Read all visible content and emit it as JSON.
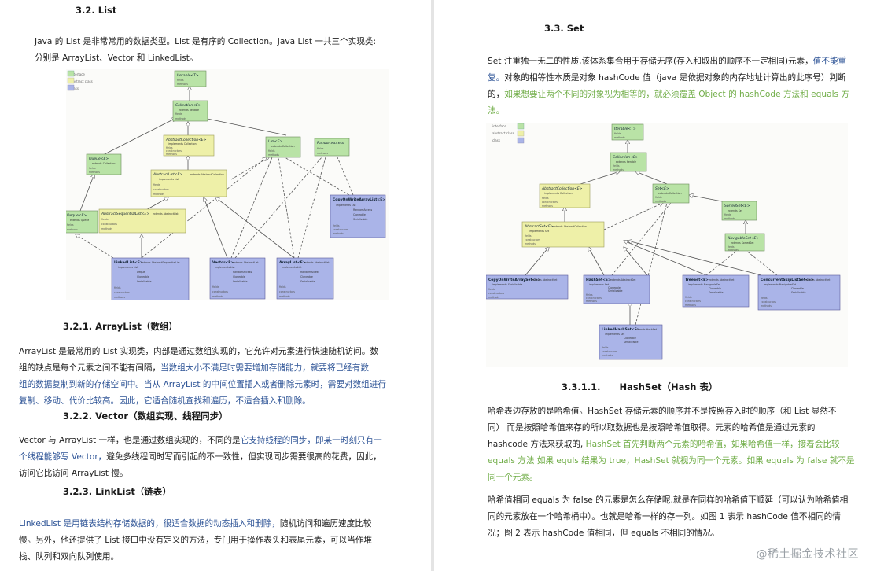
{
  "left": {
    "heading_list": "3.2. List",
    "intro_a": "Java 的 List 是非常常用的数据类型。List 是有序的 Collection。Java List 一共三个实现类:",
    "intro_b": "分别是 ArrayList、Vector 和 LinkedList。",
    "diagram": {
      "legend": [
        "interface",
        "abstract class",
        "class"
      ],
      "iterable": {
        "name": "Iterable<T>",
        "fields": [
          "fields",
          "methods"
        ]
      },
      "collection": {
        "name": "Collection<E>",
        "ext": "extends Iterable",
        "fields": [
          "fields",
          "methods"
        ]
      },
      "abstract_collection": {
        "name": "AbstractCollection<E>",
        "ext": "implements Collection",
        "fields": [
          "fields",
          "constructors",
          "methods"
        ]
      },
      "queue": {
        "name": "Queue<E>",
        "ext": "extends Collection",
        "fields": [
          "fields",
          "methods"
        ]
      },
      "list": {
        "name": "List<E>",
        "ext": "extends Collection",
        "fields": [
          "fields",
          "methods"
        ]
      },
      "random_access": {
        "name": "RandomAccess",
        "fields": [
          "fields",
          "methods"
        ]
      },
      "abstract_list": {
        "name": "AbstractList<E>",
        "ext": "extends AbstractCollection",
        "impl": "implements List",
        "fields": [
          "fields",
          "constructors",
          "methods"
        ]
      },
      "deque": {
        "name": "Deque<E>",
        "ext": "extends Queue",
        "fields": [
          "fields",
          "methods"
        ]
      },
      "abstract_seq": {
        "name": "AbstractSequentialList<E>",
        "ext": "extends AbstractList",
        "fields": [
          "fields",
          "constructors",
          "methods"
        ]
      },
      "cow": {
        "name": "CopyOnWriteArrayList<E>",
        "impl": [
          "implements List",
          "RandomAccess",
          "Cloneable",
          "Serializable"
        ],
        "fields": [
          "fields",
          "constructors",
          "methods"
        ]
      },
      "linked_list": {
        "name": "LinkedList<E>",
        "ext": "extends AbstractSequentialList",
        "impl": [
          "implements List",
          "Deque",
          "Cloneable",
          "Serializable"
        ],
        "fields": [
          "fields",
          "constructors",
          "methods"
        ]
      },
      "vector": {
        "name": "Vector<E>",
        "ext": "extends AbstractList",
        "impl": [
          "implements List",
          "RandomAccess",
          "Cloneable",
          "Serializable"
        ],
        "fields": [
          "fields",
          "constructors",
          "methods"
        ]
      },
      "array_list": {
        "name": "ArrayList<E>",
        "ext": "extends AbstractList",
        "impl": [
          "implements List",
          "RandomAccess",
          "Cloneable",
          "Serializable"
        ],
        "fields": [
          "fields",
          "constructors",
          "methods"
        ]
      }
    },
    "heading_arraylist": "3.2.1. ArrayList（数组）",
    "al_1": "ArrayList 是最常用的 List 实现类，内部是通过数组实现的，它允许对元素进行快速随机访问。数",
    "al_2a": "组的缺点是每个元素之间不能有间隔，",
    "al_2b": "当数组大小不满足时需要增加存储能力，就要将已经有数",
    "al_3": "组的数据复制到新的存储空间中。当从 ArrayList 的中间位置插入或者删除元素时，需要对数组进行",
    "al_4": "复制、移动、代价比较高。因此，它适合随机查找和遍历，不适合插入和删除。",
    "heading_vector": "3.2.2. Vector（数组实现、线程同步）",
    "v_1a": "Vector 与 ArrayList 一样，也是通过数组实现的，不同的是",
    "v_1b": "它支持线程的同步，即某一时刻只有一",
    "v_2a": "个线程能够写 Vector，",
    "v_2b": "避免多线程同时写而引起的不一致性，但实现同步需要很高的花费，因此，",
    "v_3": "访问它比访问 ArrayList 慢。",
    "heading_linklist": "3.2.3. LinkList（链表）",
    "ll_1a": "LinkedList 是用链表结构存储数据的，很适合数据的动态插入和删除，",
    "ll_1b": "随机访问和遍历速度比较",
    "ll_2": "慢。另外，他还提供了 List 接口中没有定义的方法，专门用于操作表头和表尾元素，可以当作堆",
    "ll_3": "栈、队列和双向队列使用。"
  },
  "right": {
    "heading_set": "3.3. Set",
    "s_1a": "Set 注重独一无二的性质,该体系集合用于存储无序(存入和取出的顺序不一定相同)元素，",
    "s_1b": "值不能重",
    "s_2a": "复。",
    "s_2b": "对象的相等性本质是对象 hashCode 值（java 是依据对象的内存地址计算出的此序号）判断",
    "s_3a": "的，",
    "s_3b": "如果想要让两个不同的对象视为相等的，就必须覆盖 Object 的 hashCode 方法和 equals 方",
    "s_4": "法。",
    "diagram": {
      "legend": [
        "interface",
        "abstract class",
        "class"
      ],
      "iterable": {
        "name": "Iterable<T>",
        "fields": [
          "fields",
          "methods"
        ]
      },
      "collection": {
        "name": "Collection<E>",
        "ext": "extends Iterable",
        "fields": [
          "fields",
          "methods"
        ]
      },
      "abstract_collection": {
        "name": "AbstractCollection<E>",
        "ext": "implements Collection",
        "fields": [
          "fields",
          "constructors",
          "methods"
        ]
      },
      "set": {
        "name": "Set<E>",
        "ext": "extends Collection",
        "fields": [
          "fields",
          "methods"
        ]
      },
      "sorted_set": {
        "name": "SortedSet<E>",
        "ext": "extends Set",
        "fields": [
          "fields",
          "methods"
        ]
      },
      "navigable_set": {
        "name": "NavigableSet<E>",
        "ext": "extends SortedSet",
        "fields": [
          "fields",
          "methods"
        ]
      },
      "abstract_set": {
        "name": "AbstractSet<E>",
        "ext": "extends AbstractCollection",
        "impl": "implements Set",
        "fields": [
          "fields",
          "constructors",
          "methods"
        ]
      },
      "cow_set": {
        "name": "CopyOnWriteArraySet<E>",
        "ext": "extends AbstractSet",
        "impl": [
          "implements Serializable"
        ],
        "fields": [
          "fields",
          "constructors",
          "methods"
        ]
      },
      "hash_set": {
        "name": "HashSet<E>",
        "ext": "extends AbstractSet",
        "impl": [
          "implements Set",
          "Cloneable",
          "Serializable"
        ],
        "fields": [
          "fields",
          "constructors",
          "methods"
        ]
      },
      "tree_set": {
        "name": "TreeSet<E>",
        "ext": "extends AbstractSet",
        "impl": [
          "implements NavigableSet",
          "Cloneable",
          "Serializable"
        ],
        "fields": [
          "fields",
          "constructors",
          "methods"
        ]
      },
      "csl_set": {
        "name": "ConcurrentSkipListSet<E>",
        "ext": "extends AbstractSet",
        "impl": [
          "implements NavigableSet",
          "Cloneable",
          "Serializable"
        ],
        "fields": [
          "fields",
          "constructors",
          "methods"
        ]
      },
      "linked_hash_set": {
        "name": "LinkedHashSet<E>",
        "ext": "extends HashSet",
        "impl": [
          "implements Set",
          "Cloneable",
          "Serializable"
        ],
        "fields": [
          "fields",
          "constructors",
          "methods"
        ]
      }
    },
    "heading_hashset": "3.3.1.1.      HashSet（Hash 表）",
    "h_1": "哈希表边存放的是哈希值。HashSet 存储元素的顺序并不是按照存入时的顺序（和 List 显然不",
    "h_2": "同） 而是按照哈希值来存的所以取数据也是按照哈希值取得。元素的哈希值是通过元素的",
    "h_3a": "hashcode 方法来获取的,",
    "h_3b": " HashSet 首先判断两个元素的哈希值，如果哈希值一样，接着会比较",
    "h_4": "equals 方法 如果 equls 结果为 true，HashSet 就视为同一个元素。如果 equals 为 false 就不是",
    "h_5": "同一个元素。",
    "h2_1": "哈希值相同 equals 为 false 的元素是怎么存储呢,就是在同样的哈希值下顺延（可以认为哈希值相",
    "h2_2": "同的元素放在一个哈希桶中）。也就是哈希一样的存一列。如图 1 表示 hashCode 值不相同的情",
    "h2_3": "况；图 2 表示 hashCode 值相同，但 equals 不相同的情况。"
  },
  "watermark": "@稀土掘金技术社区",
  "colors": {
    "interface": "#b9e3a6",
    "abstract": "#eef0a8",
    "class": "#aab4e8",
    "link_blue": "#2f5597",
    "link_green": "#70ad47"
  }
}
